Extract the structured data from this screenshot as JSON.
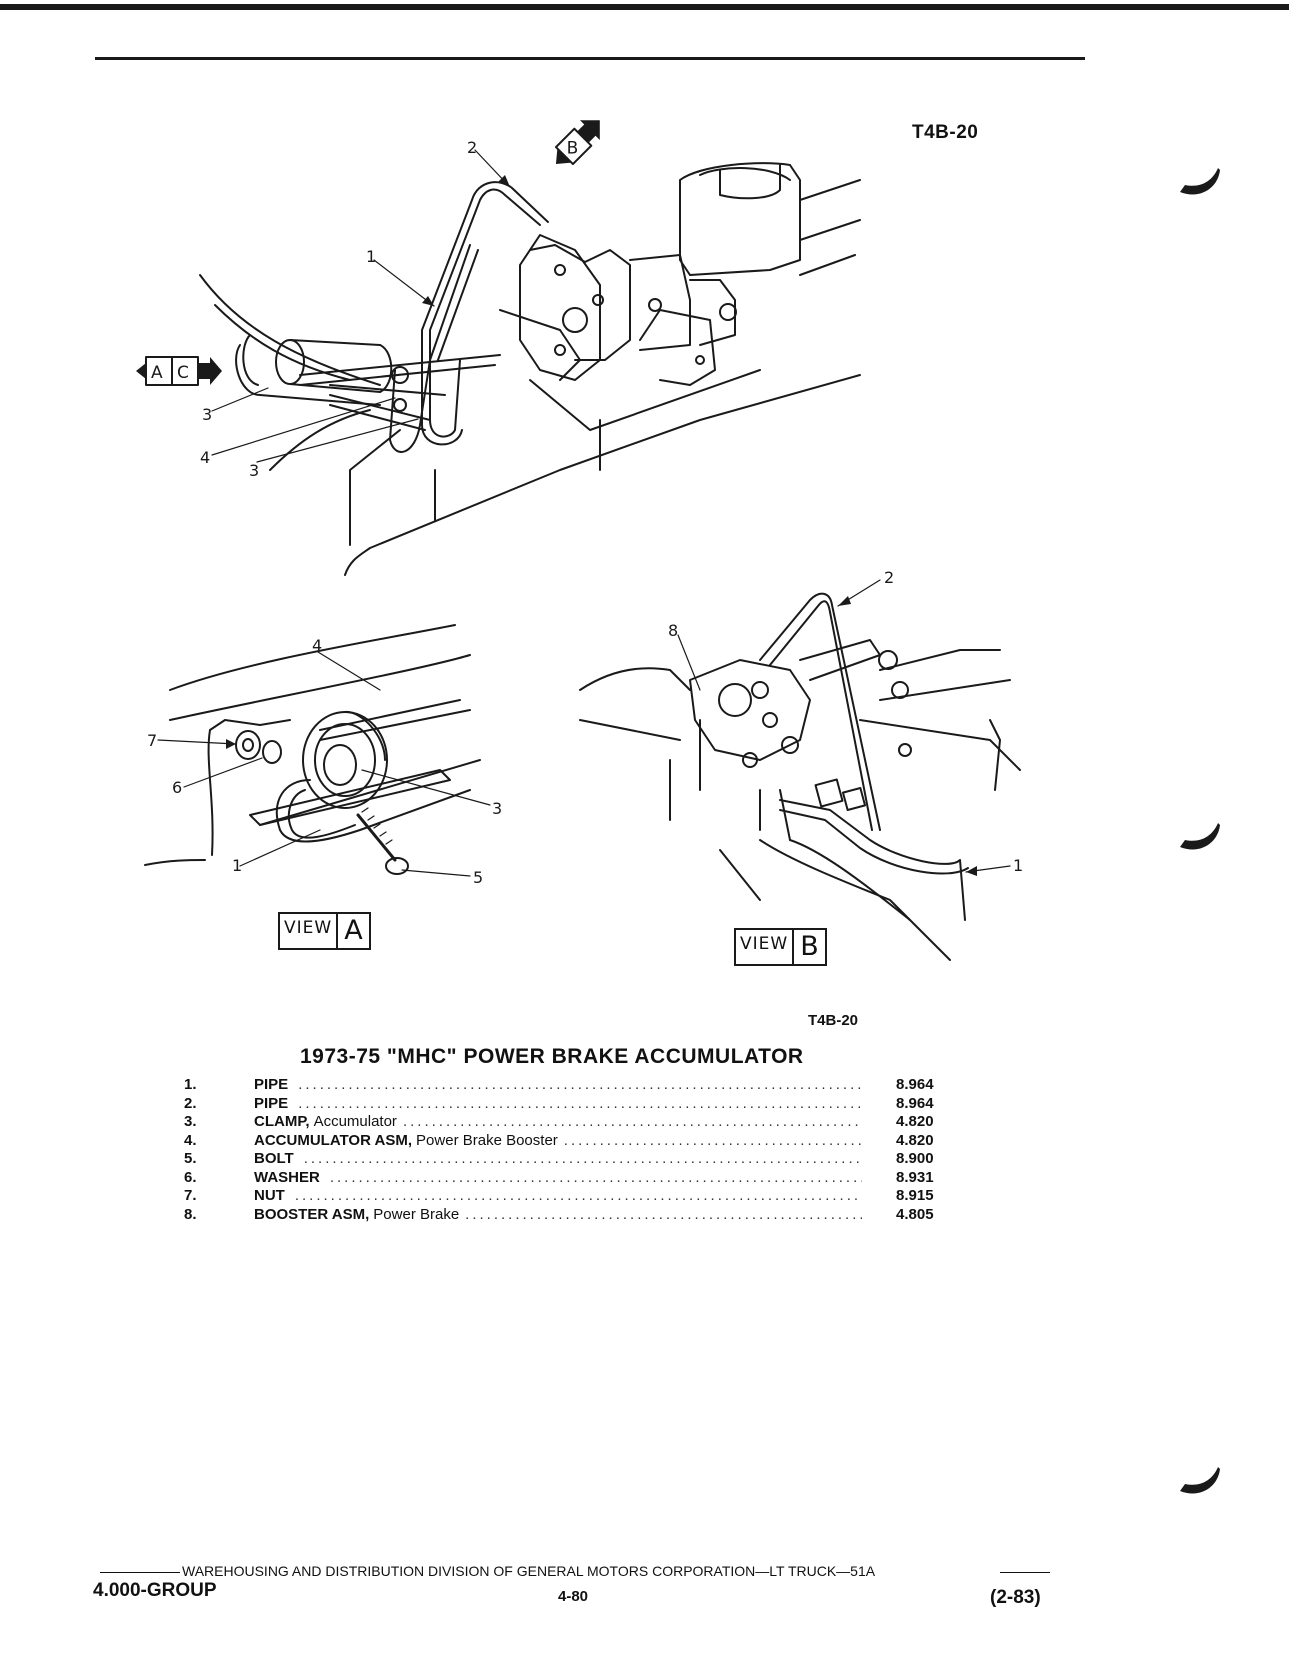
{
  "page_ref": "T4B-20",
  "figure_id": "T4B-20",
  "title": "1973-75 \"MHC\" POWER BRAKE ACCUMULATOR",
  "view_word": "VIEW",
  "view_a": "A",
  "view_b": "B",
  "callouts": {
    "c1": "1",
    "c2": "2",
    "c3": "3",
    "c4": "4",
    "c5": "5",
    "c6": "6",
    "c7": "7",
    "c8": "8"
  },
  "flags": {
    "a": "A",
    "c": "C",
    "b": "B"
  },
  "parts": [
    {
      "num": "1.",
      "name": "PIPE",
      "desc": "",
      "code": "8.964"
    },
    {
      "num": "2.",
      "name": "PIPE",
      "desc": "",
      "code": "8.964"
    },
    {
      "num": "3.",
      "name": "CLAMP,",
      "desc": "Accumulator",
      "code": "4.820"
    },
    {
      "num": "4.",
      "name": "ACCUMULATOR ASM,",
      "desc": "Power Brake Booster",
      "code": "4.820"
    },
    {
      "num": "5.",
      "name": "BOLT",
      "desc": "",
      "code": "8.900"
    },
    {
      "num": "6.",
      "name": "WASHER",
      "desc": "",
      "code": "8.931"
    },
    {
      "num": "7.",
      "name": "NUT",
      "desc": "",
      "code": "8.915"
    },
    {
      "num": "8.",
      "name": "BOOSTER ASM,",
      "desc": "Power Brake",
      "code": "4.805"
    }
  ],
  "footer": {
    "division": "WAREHOUSING AND DISTRIBUTION  DIVISION OF GENERAL MOTORS CORPORATION—LT TRUCK—51A",
    "group": "4.000-GROUP",
    "page": "4-80",
    "date": "(2-83)"
  }
}
